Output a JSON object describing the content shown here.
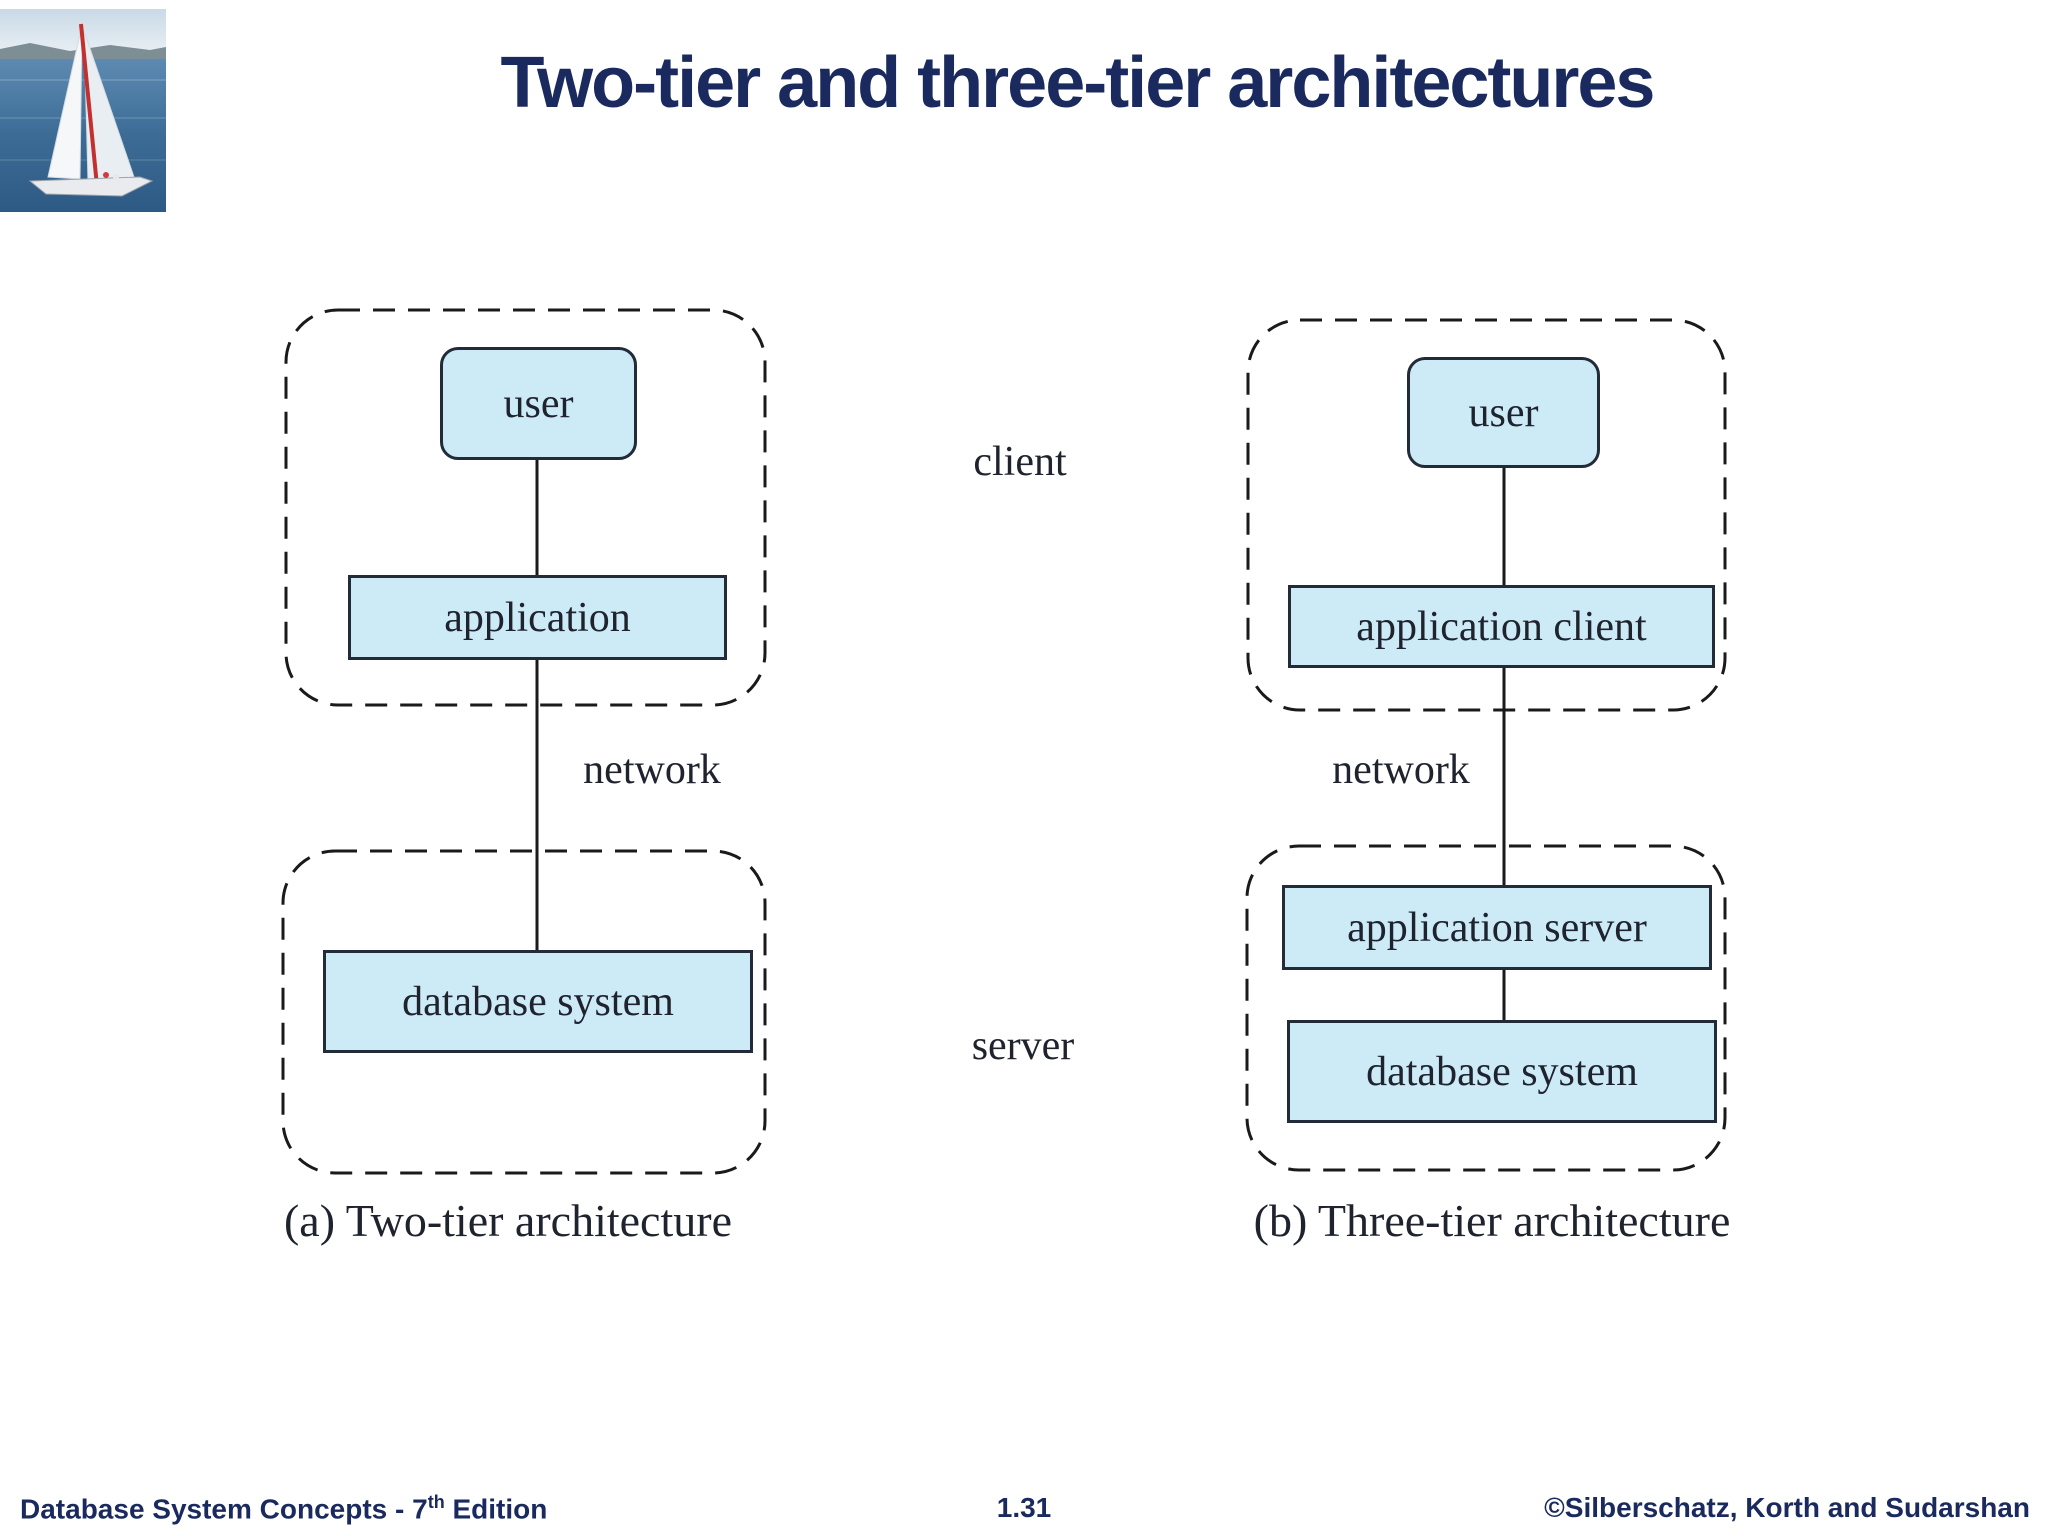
{
  "title": "Two-tier and three-tier architectures",
  "logo": {
    "name": "sailboat-photo-logo"
  },
  "diagrams": {
    "two_tier": {
      "user": "user",
      "application": "application",
      "database": "database system",
      "network_label": "network",
      "caption": "(a) Two-tier architecture"
    },
    "three_tier": {
      "user": "user",
      "application_client": "application client",
      "application_server": "application server",
      "database": "database system",
      "network_label": "network",
      "caption": "(b) Three-tier architecture"
    },
    "tier_labels": {
      "client": "client",
      "server": "server"
    }
  },
  "colors": {
    "node_fill": "#cdeaf7",
    "node_border": "#232b38",
    "dash_line": "#1a1a1a",
    "navy_text": "#1a2a5e",
    "diagram_text": "#1e232e"
  },
  "footer": {
    "book": "Database System Concepts - 7",
    "edition_sup": "th",
    "edition_tail": " Edition",
    "page": "1.31",
    "copyright": "©Silberschatz, Korth and Sudarshan"
  }
}
